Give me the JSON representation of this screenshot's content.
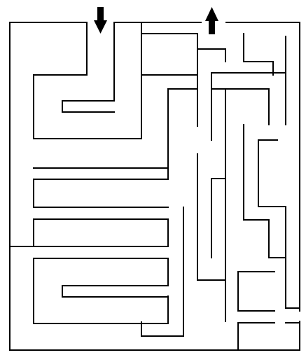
{
  "diagram": {
    "type": "maze",
    "entrance_marker": "down-arrow",
    "exit_marker": "up-arrow",
    "colors": {
      "wall": "#000000",
      "background": "#ffffff",
      "arrow": "#000000"
    }
  }
}
